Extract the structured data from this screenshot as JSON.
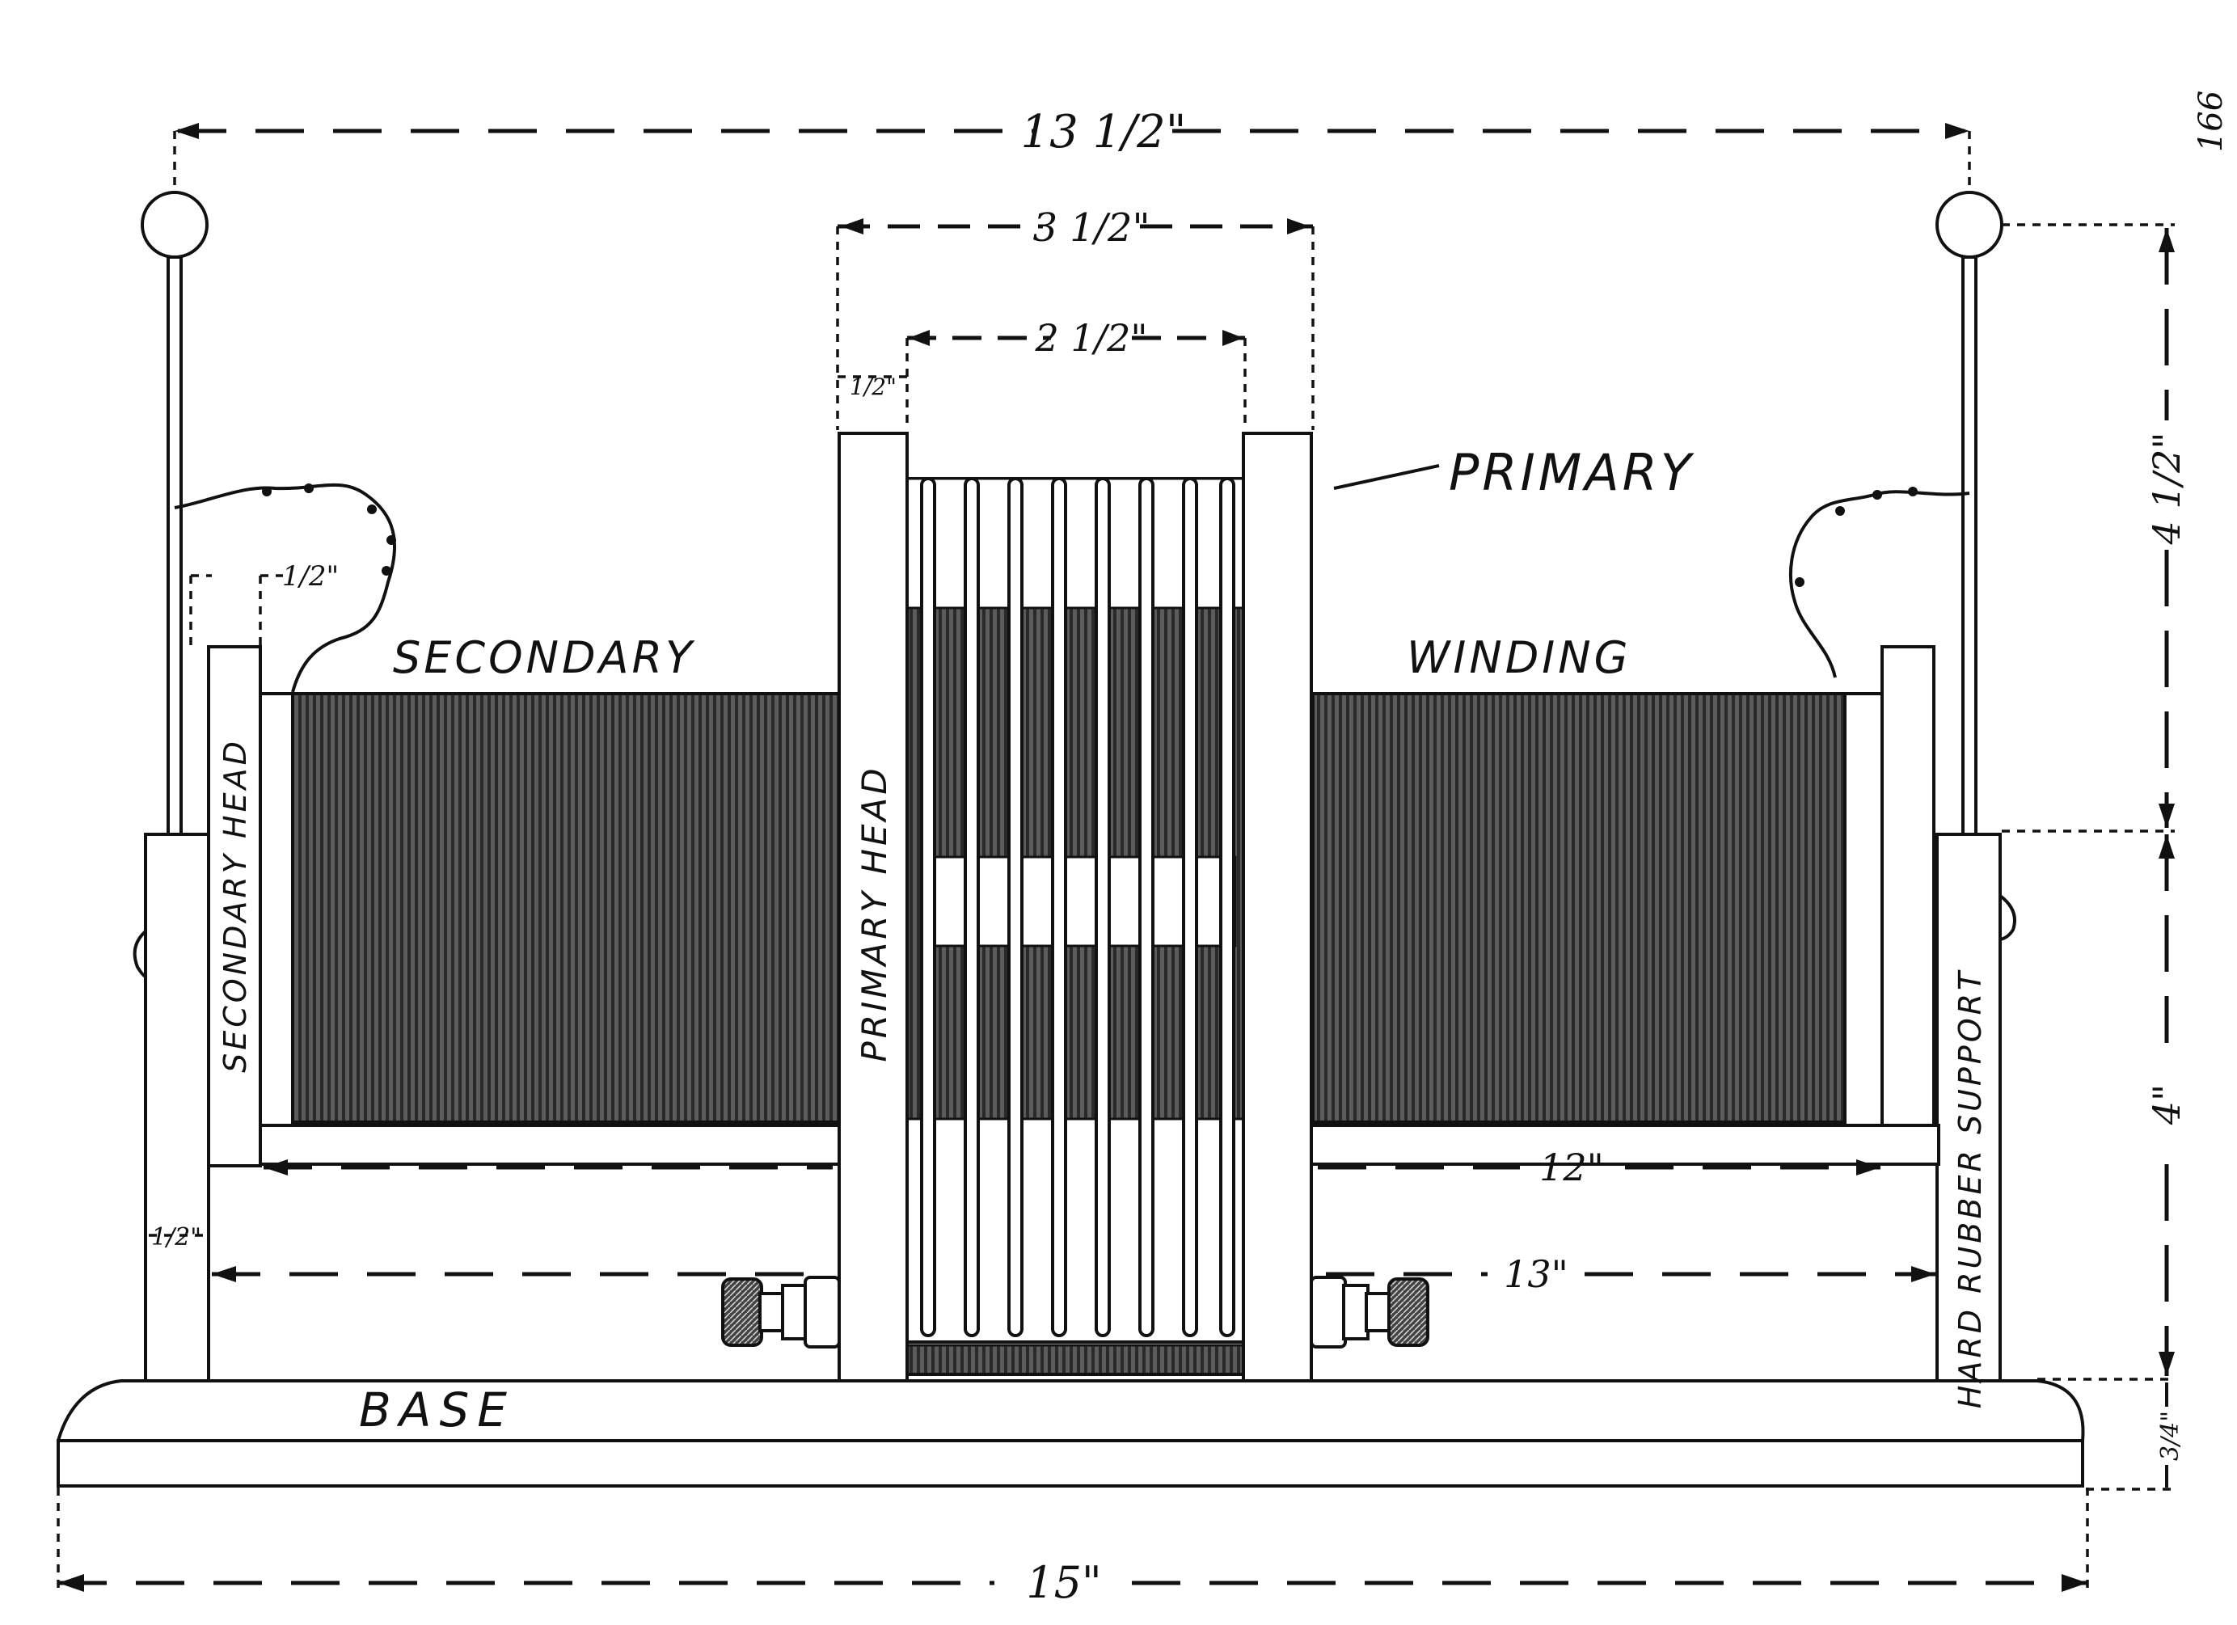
{
  "labels": {
    "primary": "PRIMARY",
    "secondary": "SECONDARY",
    "winding": "WINDING",
    "secondary_head": "SECONDARY HEAD",
    "primary_head": "PRIMARY HEAD",
    "hard_rubber_support": "HARD RUBBER SUPPORT",
    "base": "BASE"
  },
  "dimensions": {
    "overall_terminals": "13 1/2\"",
    "primary_head_outer": "3 1/2\"",
    "primary_inner": "2 1/2\"",
    "primary_head_thickness": "1/2\"",
    "secondary_head_thickness": "1/2\"",
    "secondary_length": "12\"",
    "support_spacing": "13\"",
    "support_thickness": "1/2\"",
    "base_length": "15\"",
    "rod_height": "4 1/2\"",
    "support_height": "4\"",
    "base_height": "3/4\""
  },
  "margin_mark": "166"
}
